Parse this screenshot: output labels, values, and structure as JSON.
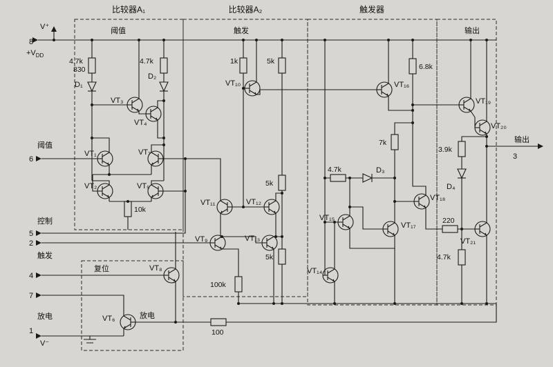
{
  "sections": {
    "a1": "比较器A₁",
    "a2": "比较器A₂",
    "ff": "触发器",
    "out": "输出",
    "reset": "复位"
  },
  "inner": {
    "threshold": "阈值",
    "trigger": "触发",
    "discharge": "放电"
  },
  "pins": {
    "v_plus": "V⁺",
    "p8": "8",
    "vdd_main": "+V",
    "vdd_sub": "DD",
    "threshold": "阈值",
    "p6": "6",
    "control": "控制",
    "p5": "5",
    "p2": "2",
    "trigger": "触发",
    "p4": "4",
    "p7": "7",
    "discharge": "放电",
    "p1": "1",
    "v_minus": "V⁻",
    "output": "输出",
    "p3": "3"
  },
  "resistors": {
    "r_a1_left": "4.7k",
    "r_a1_left_alt": "830",
    "r_a1_right": "4.7k",
    "r_tail": "10k",
    "r_1k": "1k",
    "r_5k_top": "5k",
    "r_5k_mid": "5k",
    "r_5k_low": "5k",
    "r_100k": "100k",
    "r_6k8": "6.8k",
    "r_7k": "7k",
    "r_4k7_ff": "4.7k",
    "r_3k9": "3.9k",
    "r_220": "220",
    "r_4k7_out": "4.7k",
    "r_100": "100"
  },
  "diodes": {
    "d1": "D₁",
    "d2": "D₂",
    "d3": "D₃",
    "d4": "D₄"
  },
  "transistors": {
    "vt1": "VT₁",
    "vt2": "VT₂",
    "vt3": "VT₃",
    "vt4": "VT₄",
    "vt5": "VT₅",
    "vt6": "VT₆",
    "vt7": "VT₇",
    "vt8": "VT₈",
    "vt9": "VT₉",
    "vt10": "VT₁₀",
    "vt11": "VT₁₁",
    "vt12": "VT₁₂",
    "vt13": "VT₁₃",
    "vt14": "VT₁₄",
    "vt15": "VT₁₅",
    "vt16": "VT₁₆",
    "vt17": "VT₁₇",
    "vt18": "VT₁₈",
    "vt19": "VT₁₉",
    "vt20": "VT₂₀",
    "vt21": "VT₂₁"
  }
}
